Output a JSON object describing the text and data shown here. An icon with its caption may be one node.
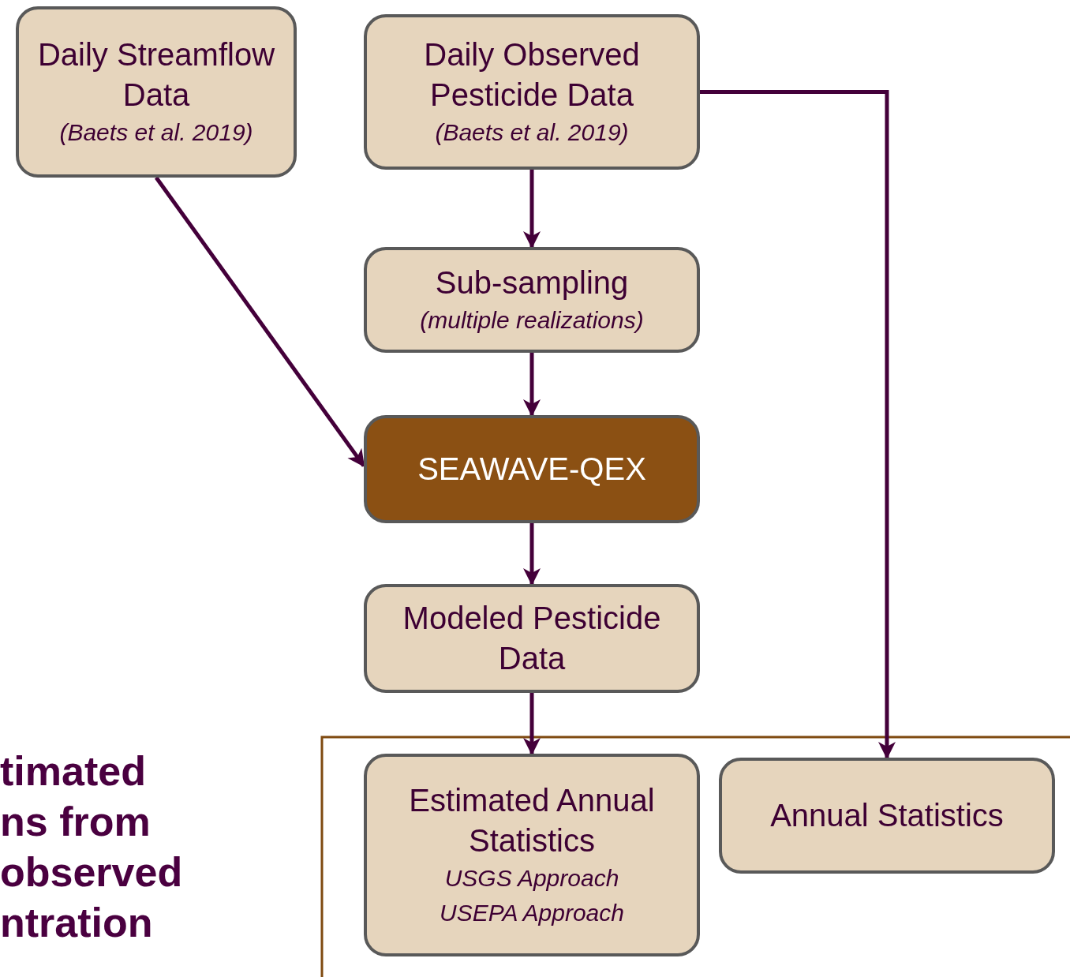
{
  "diagram": {
    "nodes": [
      {
        "text": [
          "Daily Streamflow Data",
          "(Baets et al. 2019)"
        ]
      },
      {
        "text": [
          "Daily Observed Pesticide Data",
          "(Baets et al. 2019)"
        ]
      },
      {
        "text": [
          "Sub-sampling",
          "(multiple realizations)"
        ]
      },
      {
        "text": [
          "SEAWAVE-QEX"
        ]
      },
      {
        "text": [
          "Modeled Pesticide Data"
        ]
      },
      {
        "text": [
          "Estimated Annual Statistics",
          "USGS Approach",
          "USEPA Approach"
        ]
      },
      {
        "text": [
          "Annual Statistics"
        ]
      }
    ],
    "edges": [
      {
        "from": 0,
        "to": 3,
        "arrow": "to"
      },
      {
        "from": 1,
        "to": 2,
        "arrow": "to"
      },
      {
        "from": 2,
        "to": 3,
        "arrow": "to"
      },
      {
        "from": 3,
        "to": 4,
        "arrow": "to"
      },
      {
        "from": 4,
        "to": 5,
        "arrow": "to"
      },
      {
        "from": 1,
        "to": 6,
        "arrow": "to"
      }
    ],
    "labels": [
      "timated",
      "ns from",
      "observed",
      "ntration"
    ]
  }
}
